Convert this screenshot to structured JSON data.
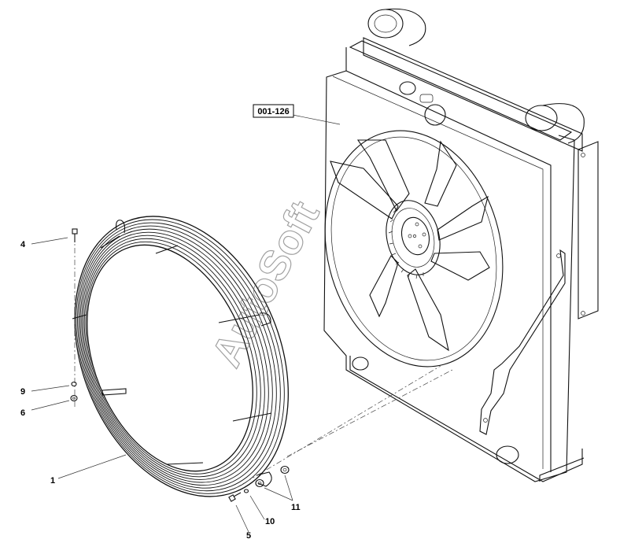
{
  "assembly_label": "001-126",
  "watermark": "AutoSoft",
  "callouts": {
    "c1": "1",
    "c4": "4",
    "c5": "5",
    "c6": "6",
    "c9": "9",
    "c10": "10",
    "c11": "11"
  }
}
